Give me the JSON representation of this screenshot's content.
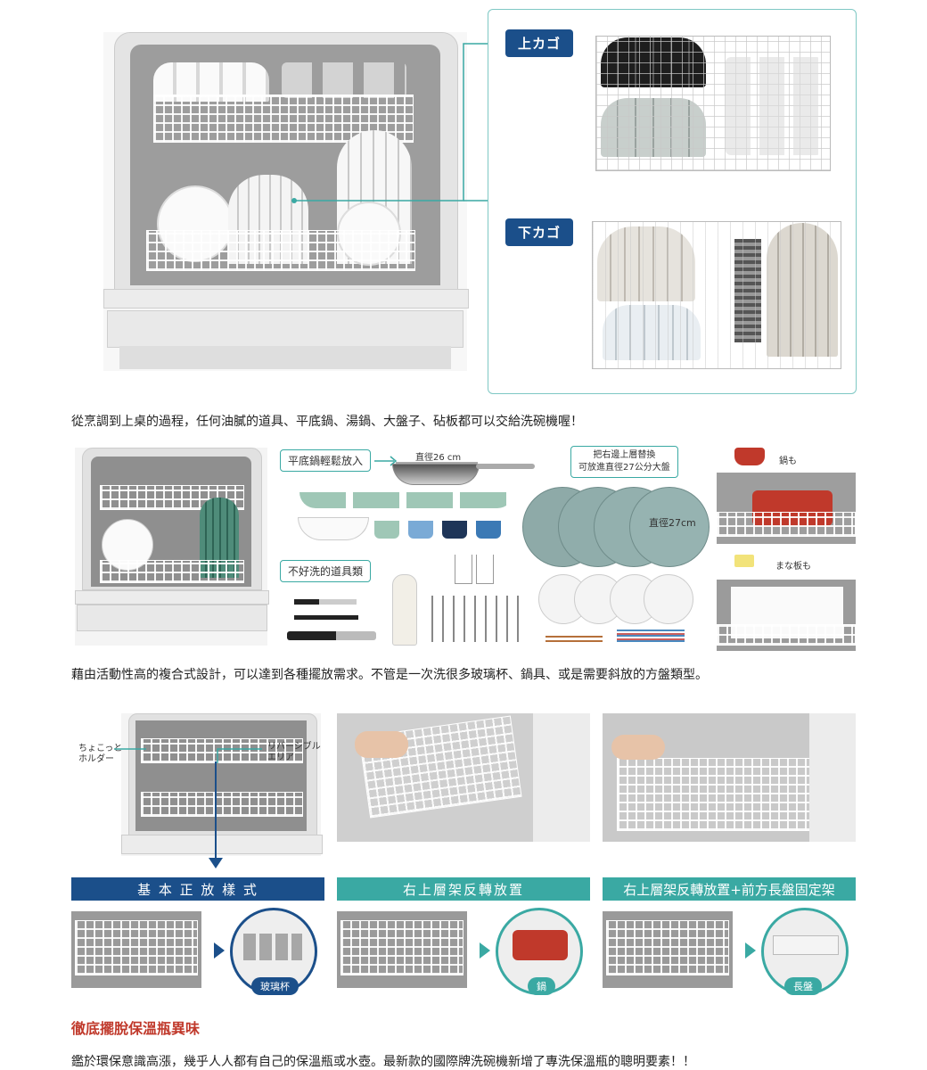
{
  "hero": {
    "upper_tag": "上カゴ",
    "lower_tag": "下カゴ"
  },
  "section1": {
    "caption": "從烹調到上桌的過程，任何油膩的道具、平底鍋、湯鍋、大盤子、砧板都可以交給洗碗機喔！"
  },
  "section2": {
    "pan_label": "平底鍋輕鬆放入",
    "pan_size": "直徑26 cm",
    "swap_label_line1": "把右邊上層替換",
    "swap_label_line2": "可放進直徑27公分大盤",
    "plate_size": "直徑27cm",
    "pot_note": "鍋も",
    "board_note": "まな板も",
    "hard_items_label": "不好洗的道具類",
    "caption": "藉由活動性高的複合式設計，可以達到各種擺放需求。不管是一次洗很多玻璃杯、鍋具、或是需要斜放的方盤類型。"
  },
  "section3": {
    "holder_label_line1": "ちょこっと",
    "holder_label_line2": "ホルダー",
    "reversible_label_line1": "リバーシブル",
    "reversible_label_line2": "エリア",
    "modes": [
      {
        "title": "基 本 正 放 樣 式",
        "pill": "玻璃杯",
        "color": "#1b4f8a"
      },
      {
        "title": "右上層架反轉放置",
        "pill": "鍋",
        "color": "#3aa9a3"
      },
      {
        "title": "右上層架反轉放置+前方長盤固定架",
        "pill": "長盤",
        "color": "#3aa9a3"
      }
    ]
  },
  "section4": {
    "heading": "徹底擺脫保溫瓶異味",
    "heading_color": "#c0392b",
    "body": "鑑於環保意識高漲，幾乎人人都有自己的保溫瓶或水壺。最新款的國際牌洗碗機新增了專洗保溫瓶的聰明要素！！"
  }
}
